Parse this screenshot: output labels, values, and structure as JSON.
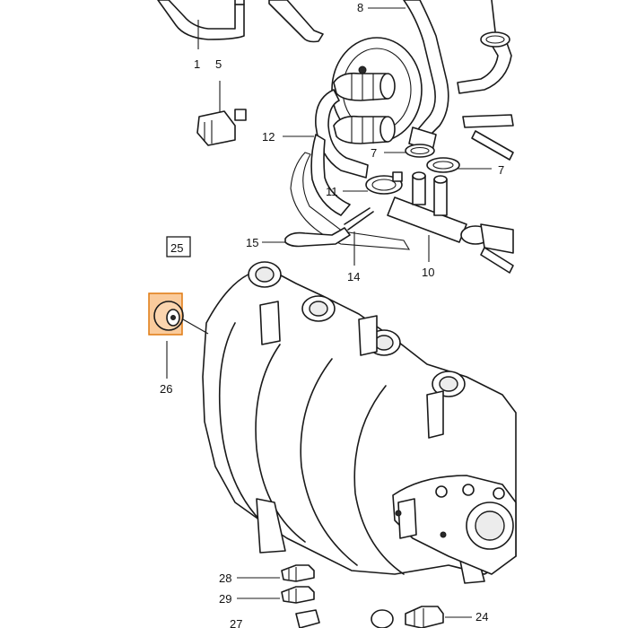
{
  "page_ref": "25",
  "highlight_color": "#f5a04a",
  "callouts": [
    {
      "id": "1",
      "label": "1"
    },
    {
      "id": "5",
      "label": "5"
    },
    {
      "id": "8",
      "label": "8"
    },
    {
      "id": "12",
      "label": "12"
    },
    {
      "id": "7a",
      "label": "7"
    },
    {
      "id": "7b",
      "label": "7"
    },
    {
      "id": "11",
      "label": "11"
    },
    {
      "id": "15",
      "label": "15"
    },
    {
      "id": "14",
      "label": "14"
    },
    {
      "id": "10",
      "label": "10"
    },
    {
      "id": "26",
      "label": "26"
    },
    {
      "id": "28",
      "label": "28"
    },
    {
      "id": "29",
      "label": "29"
    },
    {
      "id": "24",
      "label": "24"
    },
    {
      "id": "27",
      "label": "27"
    }
  ]
}
